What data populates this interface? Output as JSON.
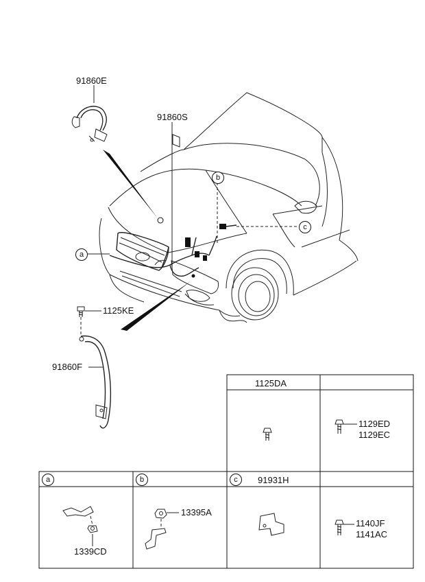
{
  "parts": {
    "p91860E": "91860E",
    "p91860S": "91860S",
    "p1125KE": "1125KE",
    "p91860F": "91860F"
  },
  "callouts": {
    "a": "a",
    "b": "b",
    "c": "c"
  },
  "table_top": {
    "col1_header": "1125DA",
    "col2_header": "",
    "col2_parts": [
      "1129ED",
      "1129EC"
    ]
  },
  "table_bottom": {
    "a": {
      "ref": "a",
      "parts": [
        "1339CD"
      ]
    },
    "b": {
      "ref": "b",
      "parts": [
        "13395A"
      ]
    },
    "c": {
      "ref": "c",
      "header": "91931H"
    },
    "d": {
      "parts": [
        "1140JF",
        "1141AC"
      ]
    }
  }
}
